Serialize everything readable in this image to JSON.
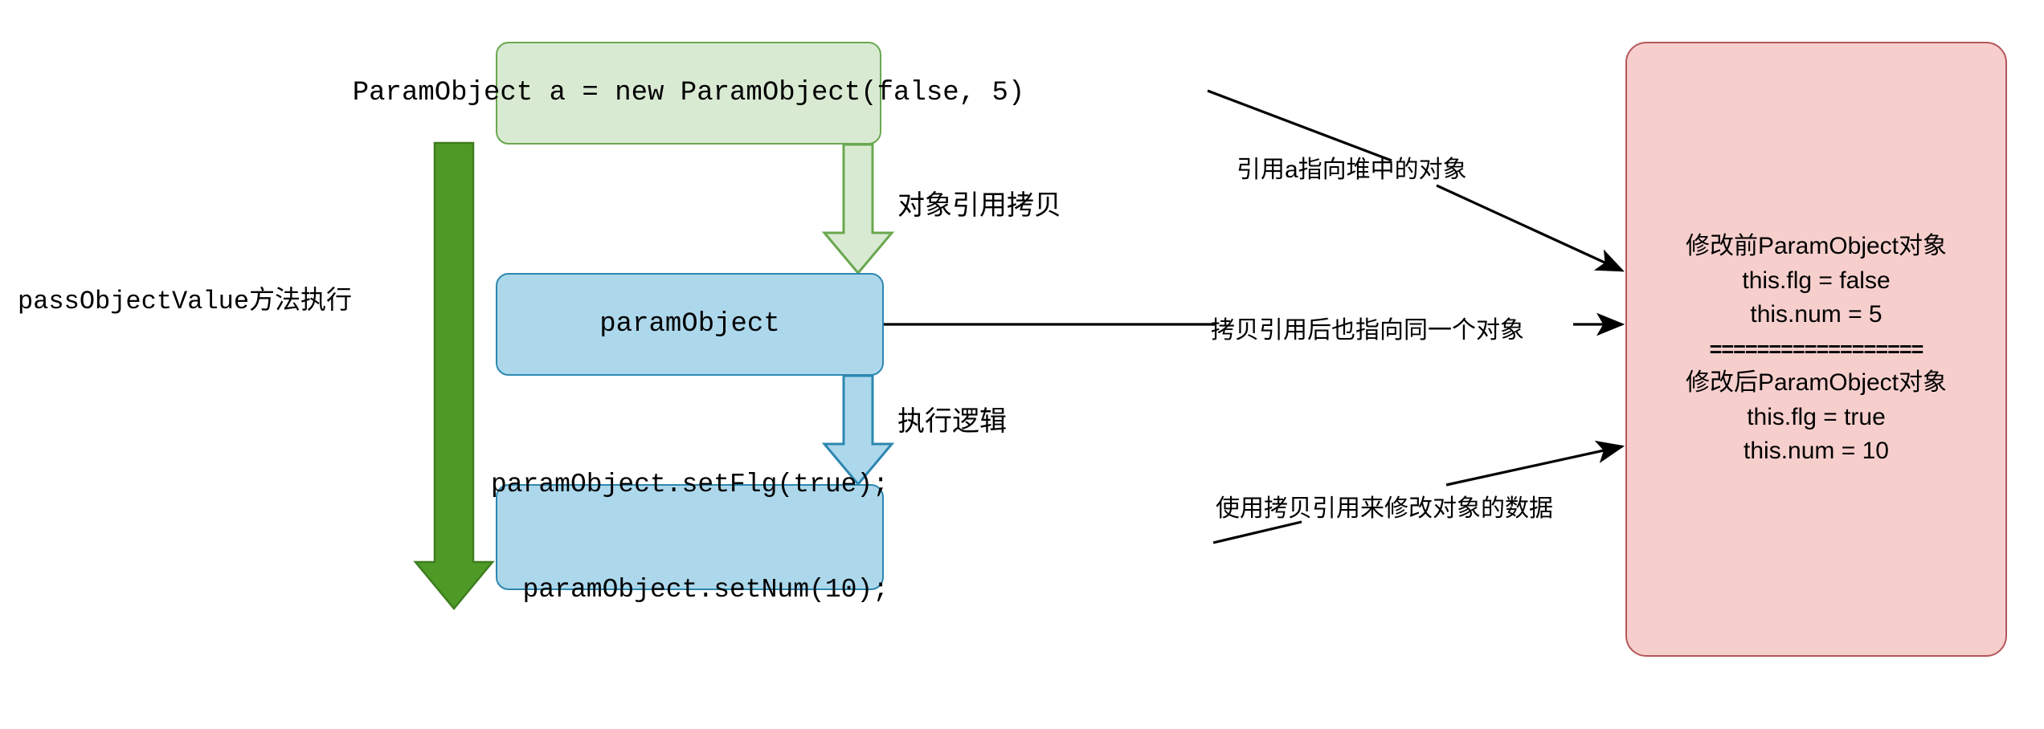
{
  "diagram": {
    "title_context": "Java pass-by-value object reference diagram",
    "left_flow_label": "passObjectValue方法执行",
    "source_box": {
      "code": "ParamObject a = new ParamObject(false, 5)"
    },
    "connector_1_label": "对象引用拷贝",
    "param_box": {
      "text": "paramObject"
    },
    "connector_2_label": "执行逻辑",
    "setter_box": {
      "line1": "paramObject.setFlg(true);",
      "line2": "  paramObject.setNum(10);"
    },
    "annotations": {
      "top": "引用a指向堆中的对象",
      "middle": "拷贝引用后也指向同一个对象",
      "bottom": "使用拷贝引用来修改对象的数据"
    },
    "heap_box": {
      "before_title": "修改前ParamObject对象",
      "before_flg": "this.flg = false",
      "before_num": "this.num = 5",
      "separator": "==================",
      "after_title": "修改后ParamObject对象",
      "after_flg": "this.flg = true",
      "after_num": "this.num = 10"
    },
    "colors": {
      "green_fill": "#d9ead3",
      "green_stroke": "#6aa84f",
      "green_arrow_fill": "#4e9a27",
      "blue_fill": "#add8ec",
      "blue_stroke": "#2d87b0",
      "pink_fill": "#f6cfcd",
      "pink_stroke": "#b4565a",
      "line_black": "#000000"
    }
  }
}
